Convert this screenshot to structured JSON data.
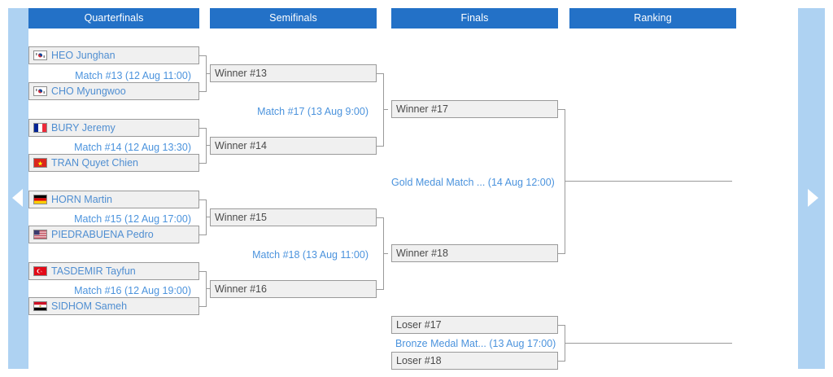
{
  "nav": {
    "left_label": "previous-rounds",
    "right_label": "next-rounds",
    "band_color": "#aed2f2",
    "arrow_color": "#ffffff"
  },
  "theme": {
    "header_bg": "#2371c7",
    "header_text": "#ffffff",
    "box_bg": "#f0f0f0",
    "box_border": "#9a9a9a",
    "player_text": "#4f8ed1",
    "placeholder_text": "#4a4a4a",
    "match_link": "#4b93dd",
    "connector": "#9a9a9a"
  },
  "rounds": [
    {
      "id": "quarterfinals",
      "label": "Quarterfinals"
    },
    {
      "id": "semifinals",
      "label": "Semifinals"
    },
    {
      "id": "finals",
      "label": "Finals"
    },
    {
      "id": "ranking",
      "label": "Ranking"
    }
  ],
  "quarterfinals": {
    "matches": [
      {
        "label": "Match #13 (12 Aug 11:00)",
        "match_no": "#13",
        "date": "12 Aug 11:00",
        "players": [
          {
            "name": "HEO Junghan",
            "flag": "kor"
          },
          {
            "name": "CHO Myungwoo",
            "flag": "kor"
          }
        ]
      },
      {
        "label": "Match #14 (12 Aug 13:30)",
        "match_no": "#14",
        "date": "12 Aug 13:30",
        "players": [
          {
            "name": "BURY Jeremy",
            "flag": "fra"
          },
          {
            "name": "TRAN Quyet Chien",
            "flag": "vnm"
          }
        ]
      },
      {
        "label": "Match #15 (12 Aug 17:00)",
        "match_no": "#15",
        "date": "12 Aug 17:00",
        "players": [
          {
            "name": "HORN Martin",
            "flag": "ger"
          },
          {
            "name": "PIEDRABUENA Pedro",
            "flag": "usa"
          }
        ]
      },
      {
        "label": "Match #16 (12 Aug 19:00)",
        "match_no": "#16",
        "date": "12 Aug 19:00",
        "players": [
          {
            "name": "TASDEMIR Tayfun",
            "flag": "tur"
          },
          {
            "name": "SIDHOM Sameh",
            "flag": "egy"
          }
        ]
      }
    ]
  },
  "semifinals": {
    "matches": [
      {
        "label": "Match #17 (13 Aug 9:00)",
        "match_no": "#17",
        "date": "13 Aug 9:00",
        "entries": [
          "Winner #13",
          "Winner #14"
        ]
      },
      {
        "label": "Match #18 (13 Aug 11:00)",
        "match_no": "#18",
        "date": "13 Aug 11:00",
        "entries": [
          "Winner #15",
          "Winner #16"
        ]
      }
    ]
  },
  "finals": {
    "gold": {
      "label": "Gold Medal Match ... (14 Aug 12:00)",
      "date": "14 Aug 12:00",
      "entries": [
        "Winner #17",
        "Winner #18"
      ]
    },
    "bronze": {
      "label": "Bronze Medal Mat... (13 Aug 17:00)",
      "date": "13 Aug 17:00",
      "entries": [
        "Loser #17",
        "Loser #18"
      ]
    }
  },
  "ranking": {
    "entries": []
  }
}
